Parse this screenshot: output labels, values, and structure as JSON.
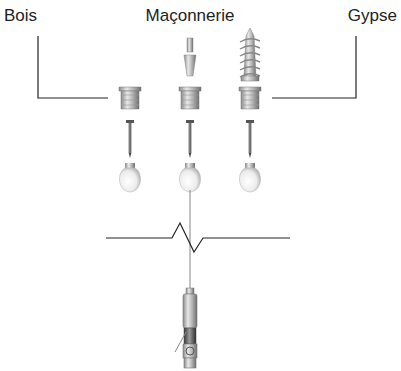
{
  "diagram": {
    "labels": [
      "Bois",
      "Maçonnerie",
      "Gypse"
    ]
  }
}
